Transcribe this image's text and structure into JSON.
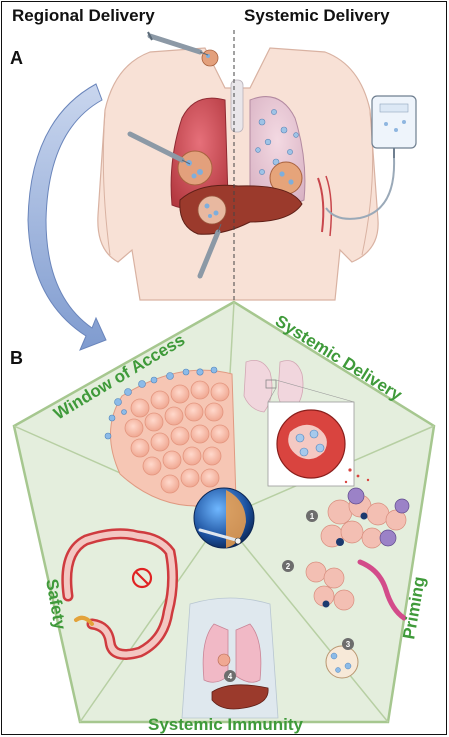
{
  "panel_a": {
    "letter": "A",
    "left_title": "Regional Delivery",
    "right_title": "Systemic Delivery"
  },
  "panel_b": {
    "letter": "B",
    "segments": {
      "window_of_access": "Window of Access",
      "systemic_delivery": "Systemic Delivery",
      "priming": "Priming",
      "systemic_immunity": "Systemic Immunity",
      "safety": "Safety"
    },
    "priming_steps": [
      "1",
      "2",
      "3"
    ],
    "immunity_step": "4"
  },
  "colors": {
    "label_green": "#3f9a3a",
    "pentagon_fill": "#e4eedd",
    "pentagon_edge": "#a6c78f",
    "arrow_blue": "#8fa9d6",
    "organ_red": "#c8464c",
    "skin": "#f7ddd0",
    "liver": "#9b3a2c"
  },
  "icons": [
    "syringe-icon",
    "iv-bag-icon",
    "curved-arrow-icon",
    "prohibited-icon"
  ]
}
